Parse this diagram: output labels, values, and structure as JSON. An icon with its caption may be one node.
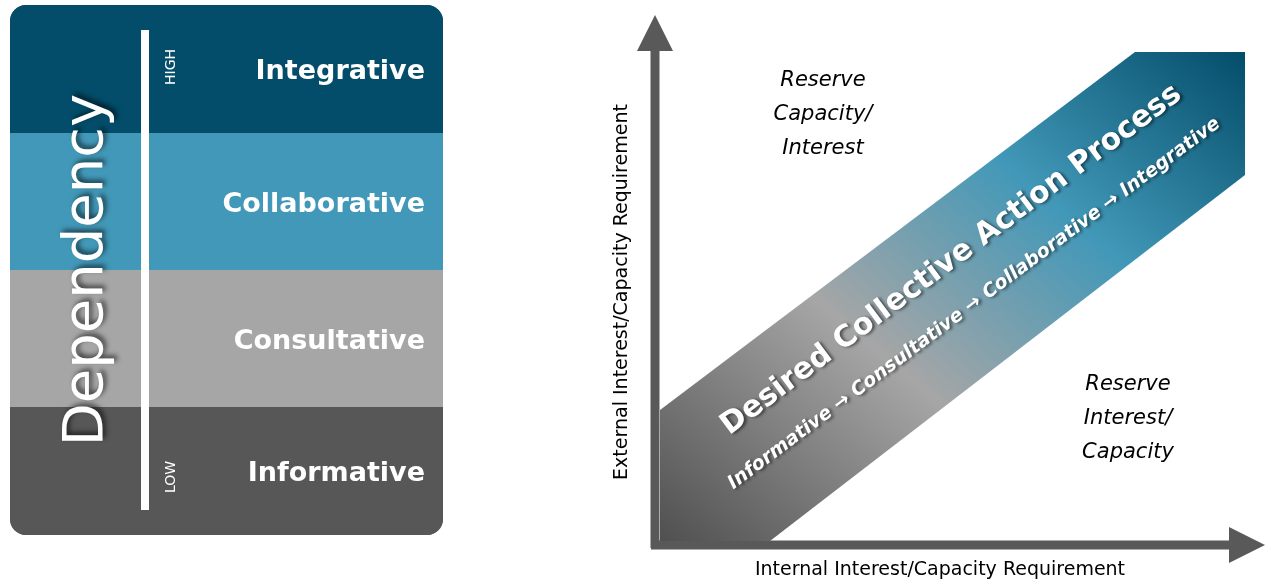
{
  "diagram": {
    "nodes": [
      {
        "text": [],
        "shape": "box"
      },
      {
        "text": [
          "Integrative"
        ],
        "in": 0
      },
      {
        "text": [
          "Collaborative"
        ],
        "in": 0
      },
      {
        "text": [
          "Consultative"
        ],
        "in": 0
      },
      {
        "text": [
          "Informative"
        ],
        "in": 0
      },
      {
        "text": [
          "Desired Collective Action Process",
          "Informative → Consultative → Collaborative → Integrative"
        ]
      }
    ],
    "edges": [],
    "labels": [
      "Dependency",
      "HIGH",
      "LOW",
      "Reserve Capacity/ Interest",
      "Reserve Interest/ Capacity",
      "External Interest/Capacity Requirement",
      "Internal Interest/Capacity Requirement"
    ]
  }
}
